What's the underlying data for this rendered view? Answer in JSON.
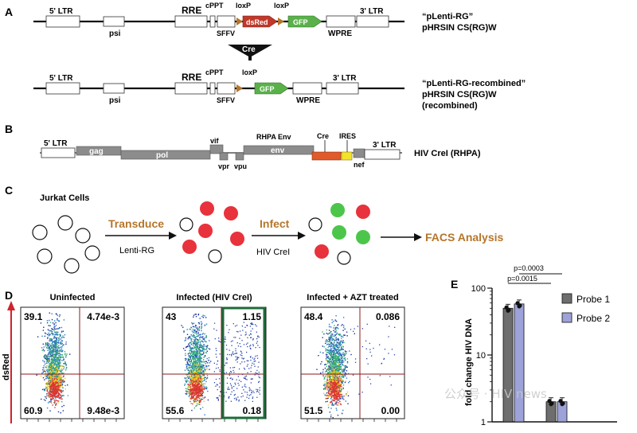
{
  "panels": {
    "A": "A",
    "B": "B",
    "C": "C",
    "D": "D",
    "E": "E"
  },
  "panelA": {
    "construct1": {
      "labels": {
        "ltr5": "5' LTR",
        "psi": "psi",
        "rre": "RRE",
        "cppt": "cPPT",
        "sffv": "SFFV",
        "loxp1": "loxP",
        "loxp2": "loxP",
        "dsred": "dsRed",
        "gfp": "GFP",
        "wpre": "WPRE",
        "ltr3": "3' LTR"
      },
      "name_line1": "“pLenti-RG”",
      "name_line2": "pHRSIN CS(RG)W"
    },
    "cre_label": "Cre",
    "construct2": {
      "labels": {
        "ltr5": "5' LTR",
        "psi": "psi",
        "rre": "RRE",
        "cppt": "cPPT",
        "sffv": "SFFV",
        "loxp": "loxP",
        "gfp": "GFP",
        "wpre": "WPRE",
        "ltr3": "3' LTR"
      },
      "name_line1": "“pLenti-RG-recombined”",
      "name_line2": "pHRSIN CS(RG)W",
      "name_line3": "(recombined)"
    }
  },
  "panelB": {
    "labels": {
      "ltr5": "5' LTR",
      "gag": "gag",
      "pol": "pol",
      "vif": "vif",
      "vpr": "vpr",
      "vpu": "vpu",
      "rhpa_env": "RHPA Env",
      "env": "env",
      "cre": "Cre",
      "ires": "IRES",
      "nef": "nef",
      "ltr3": "3' LTR"
    },
    "name": "HIV CreI (RHPA)",
    "colors": {
      "cre": "#e05a2a",
      "ires": "#f2e22a",
      "gene": "#8c8c8c"
    }
  },
  "panelC": {
    "start": "Jurkat Cells",
    "step1": "Transduce",
    "step1_sub": "Lenti-RG",
    "step2": "Infect",
    "step2_sub": "HIV CreI",
    "end": "FACS Analysis",
    "colors": {
      "red": "#e8323c",
      "green": "#4cc64a",
      "accent": "#b5762b"
    }
  },
  "panelD": {
    "y_axis_label": "dsRed",
    "plots": [
      {
        "title": "Uninfected",
        "ul": "39.1",
        "ur": "4.74e-3",
        "ll": "60.9",
        "lr": "9.48e-3",
        "highlight": false
      },
      {
        "title": "Infected (HIV CreI)",
        "ul": "43",
        "ur": "1.15",
        "ll": "55.6",
        "lr": "0.18",
        "highlight": true
      },
      {
        "title": "Infected + AZT treated",
        "ul": "48.4",
        "ur": "0.086",
        "ll": "51.5",
        "lr": "0.00",
        "highlight": false
      }
    ]
  },
  "chart_data": {
    "type": "bar",
    "ylabel": "fold change HIV DNA",
    "yscale": "log",
    "yticks": [
      "1",
      "10",
      "100"
    ],
    "ylim": [
      1,
      100
    ],
    "series": [
      {
        "name": "Probe 1",
        "values": [
          50,
          2,
          1
        ],
        "color": "#6e6e6e"
      },
      {
        "name": "Probe 2",
        "values": [
          58,
          2,
          1
        ],
        "color": "#9da3d8"
      }
    ],
    "annotations": [
      "p=0.0015",
      "p=0.0003"
    ],
    "legend": "right"
  },
  "watermark": "公众号 · HIV news"
}
